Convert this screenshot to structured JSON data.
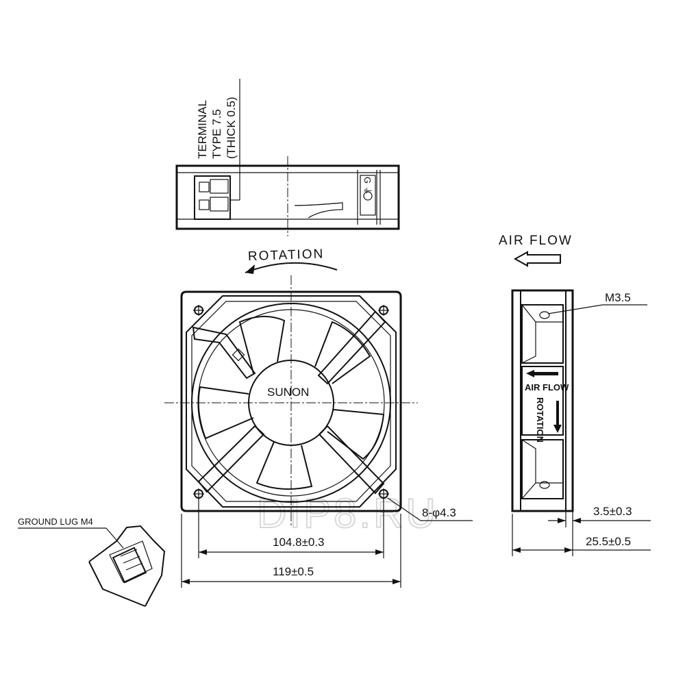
{
  "watermark": "DIP8.RU",
  "terminal": {
    "line1": "TERMINAL",
    "line2": "TYPE 7.5",
    "line3": "(THICK 0.5)"
  },
  "rotation_label": "ROTATION",
  "airflow_label": "AIR FLOW",
  "brand": "SUNON",
  "side_view": {
    "screw": "M3.5",
    "label_airflow": "AIR FLOW",
    "label_rotation": "ROTATION"
  },
  "dimensions": {
    "holes": "8-φ4.3",
    "hole_pitch": "104.8±0.3",
    "frame_width": "119±0.5",
    "flange": "3.5±0.3",
    "depth": "25.5±0.5"
  },
  "ground_lug": "GROUND LUG M4",
  "top_view": {
    "marks": "G ⏚"
  }
}
